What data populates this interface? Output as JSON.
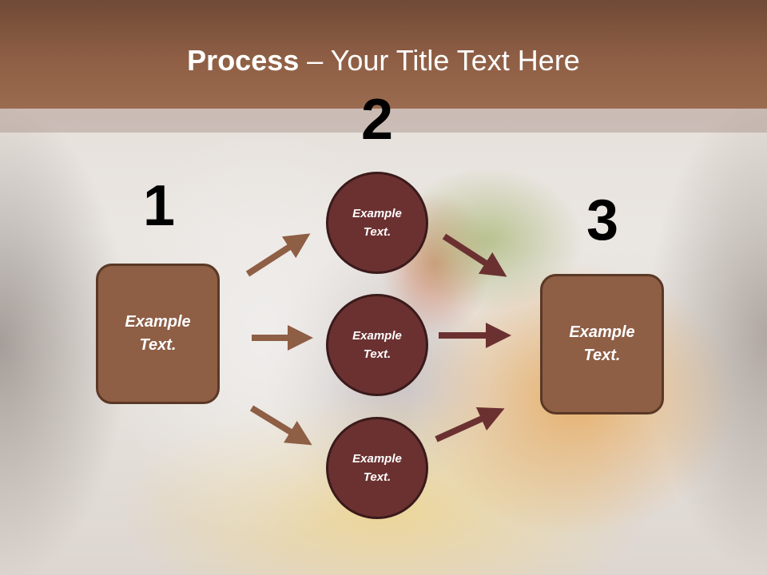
{
  "title": {
    "bold": "Process",
    "rest": " – Your Title Text Here"
  },
  "steps": {
    "one": "1",
    "two": "2",
    "three": "3"
  },
  "left_box": {
    "line1": "Example",
    "line2": "Text."
  },
  "right_box": {
    "line1": "Example",
    "line2": "Text."
  },
  "circles": [
    {
      "line1": "Example",
      "line2": "Text."
    },
    {
      "line1": "Example",
      "line2": "Text."
    },
    {
      "line1": "Example",
      "line2": "Text."
    }
  ],
  "colors": {
    "header": "#8f5f45",
    "box_fill": "#8e5e45",
    "circle_fill": "#6b3131",
    "arrow_left": "#8e5e45",
    "arrow_right": "#6b3131"
  }
}
